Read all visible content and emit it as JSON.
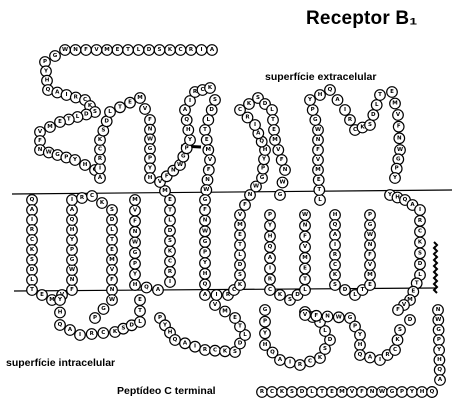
{
  "title": "Receptor B₁",
  "labels": {
    "extracellular": "superfície extracelular",
    "intracellular": "superfície intracelular",
    "c_terminal": "Peptídeo C terminal"
  },
  "colors": {
    "stroke": "#000000",
    "residue_fill": "#ffffff",
    "background": "#ffffff"
  }
}
